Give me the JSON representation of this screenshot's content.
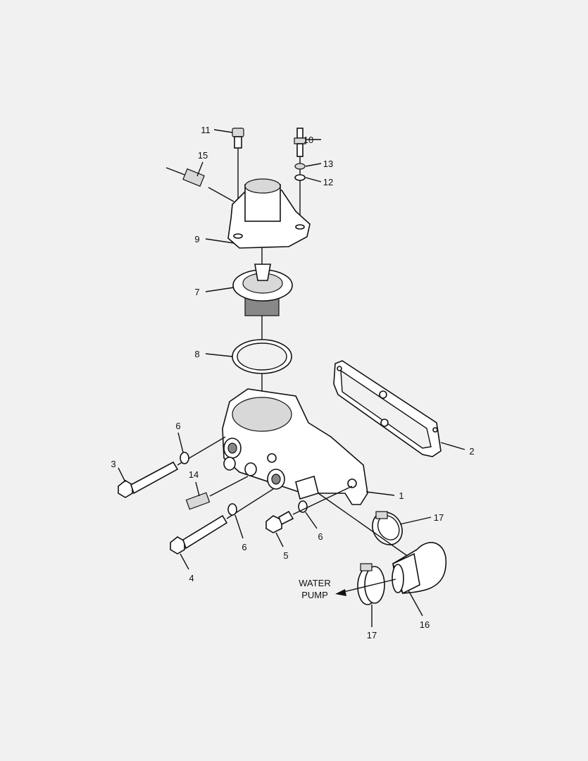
{
  "diagram": {
    "callouts": [
      "11",
      "10",
      "13",
      "12",
      "15",
      "9",
      "7",
      "8",
      "2",
      "6",
      "3",
      "14",
      "1",
      "17",
      "6",
      "6",
      "5",
      "4",
      "16",
      "17"
    ],
    "water_pump_label": [
      "WATER",
      "PUMP"
    ]
  }
}
